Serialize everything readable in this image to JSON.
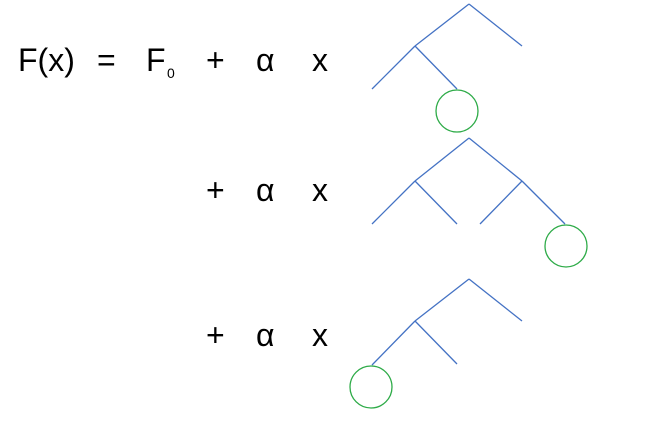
{
  "equation": {
    "lhs": "F(x)",
    "equals": "=",
    "base_letter": "F",
    "base_subscript": "0",
    "terms": [
      {
        "plus": "+",
        "weight": "α",
        "times": "x"
      },
      {
        "plus": "+",
        "weight": "α",
        "times": "x"
      },
      {
        "plus": "+",
        "weight": "α",
        "times": "x"
      }
    ]
  },
  "colors": {
    "text": "#000000",
    "tree_edge": "#4472c4",
    "leaf_circle": "#2eab48"
  }
}
